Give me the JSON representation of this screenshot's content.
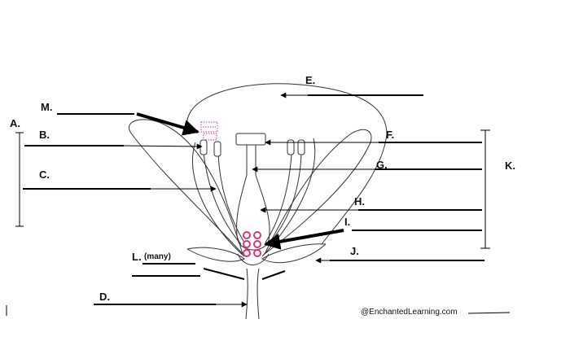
{
  "diagram": {
    "labels": {
      "A": "A.",
      "B": "B.",
      "C": "C.",
      "D": "D.",
      "E": "E.",
      "F": "F.",
      "G": "G.",
      "H": "H.",
      "I": "I.",
      "J": "J.",
      "K": "K.",
      "L": "L.",
      "L_note": "(many)",
      "M": "M."
    },
    "credit": "@EnchantedLearning.com",
    "colors": {
      "ovule": "#e0307a",
      "pollen": "#e0307a",
      "line": "#000000"
    }
  }
}
